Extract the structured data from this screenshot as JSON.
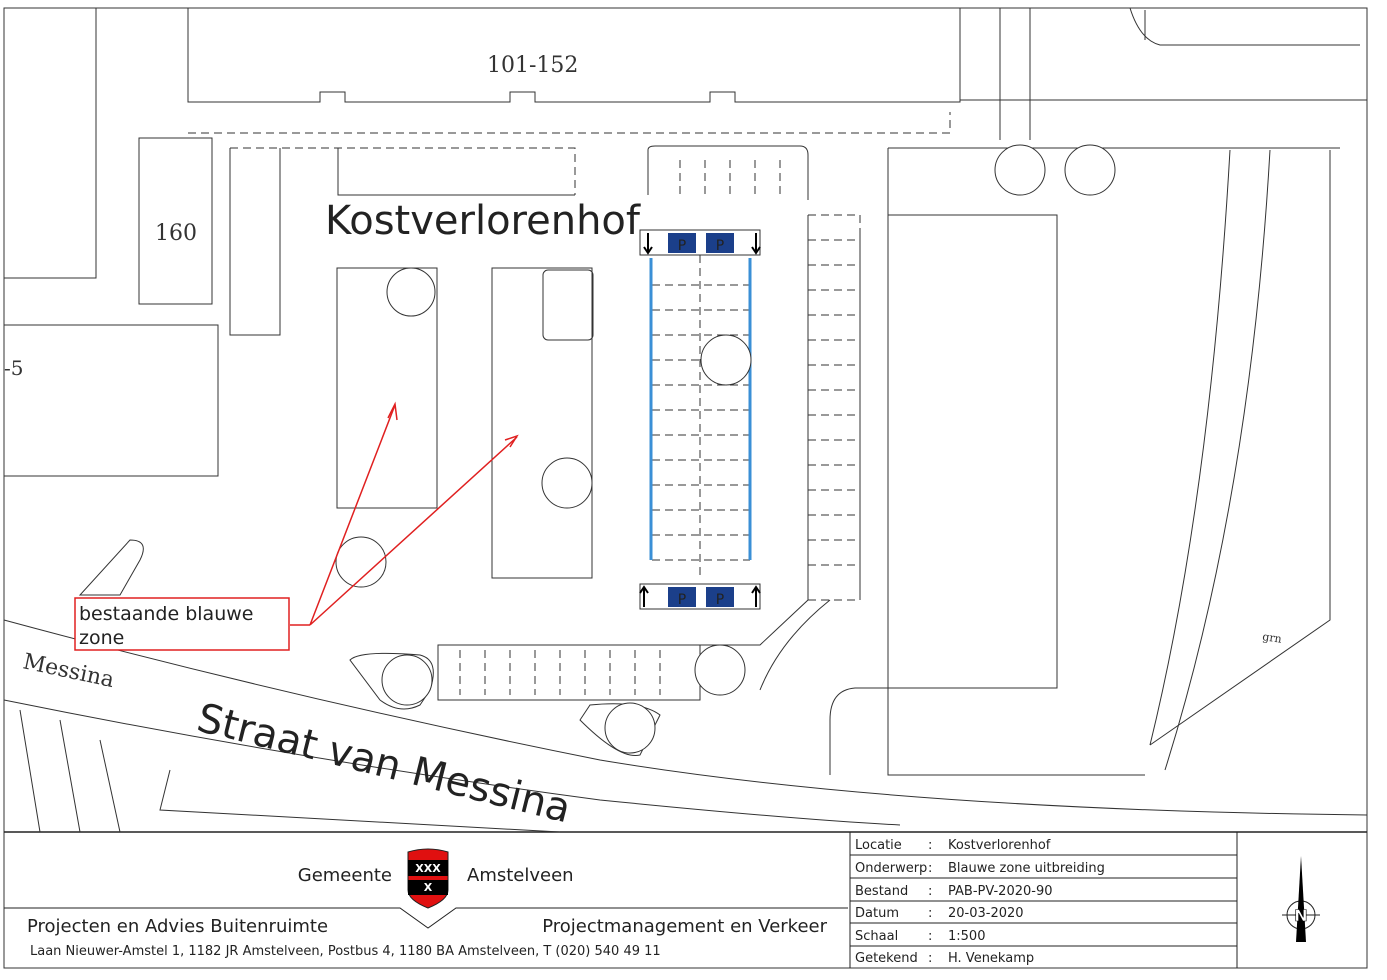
{
  "map": {
    "building_label_top": "101-152",
    "building_label_left": "160",
    "building_label_edge": "-5",
    "location_title": "Kostverlorenhof",
    "callout_text_line1": "bestaande blauwe",
    "callout_text_line2": "zone",
    "street_small": "Messina",
    "street_main": "Straat van Messina",
    "green_label": "grn",
    "parking_sign_letter": "P",
    "blue_zone_color": "#3a8fd6",
    "callout_color": "#e02020"
  },
  "title_block": {
    "org_left": "Gemeente",
    "org_right": "Amstelveen",
    "department": "Projecten en Advies Buitenruimte",
    "division": "Projectmanagement en Verkeer",
    "address": "Laan Nieuwer-Amstel 1, 1182 JR Amstelveen, Postbus 4, 1180 BA Amstelveen, T (020) 540 49 11",
    "crest_letters": "XXX X",
    "fields": [
      {
        "label": "Locatie",
        "sep": ":",
        "value": "Kostverlorenhof"
      },
      {
        "label": "Onderwerp",
        "sep": ":",
        "value": "Blauwe zone uitbreiding"
      },
      {
        "label": "Bestand",
        "sep": ":",
        "value": "PAB-PV-2020-90"
      },
      {
        "label": "Datum",
        "sep": ":",
        "value": "20-03-2020"
      },
      {
        "label": "Schaal",
        "sep": ":",
        "value": "1:500"
      },
      {
        "label": "Getekend",
        "sep": ":",
        "value": "H. Venekamp"
      }
    ],
    "north_label": "N"
  }
}
